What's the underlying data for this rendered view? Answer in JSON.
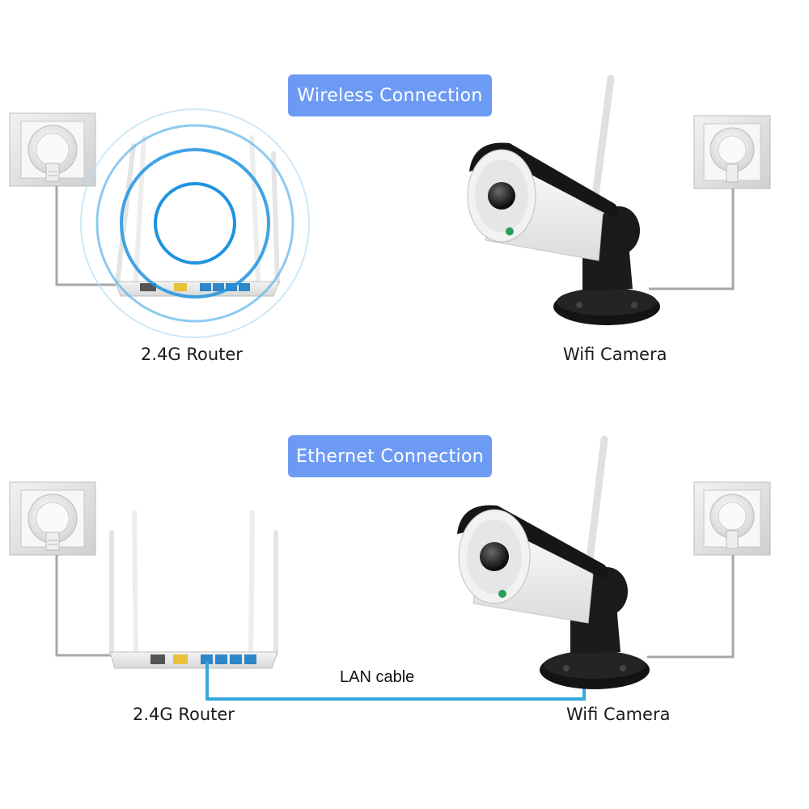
{
  "colors": {
    "badge_bg": "#6d9bf3",
    "wave": "#1e93e0",
    "lan_cable": "#36a9de",
    "power_cable": "#a7a7a7",
    "router_port_wan": "#e8c13a",
    "router_port_lan": "#2f86c9"
  },
  "wireless": {
    "badge": "Wireless Connection",
    "router_label": "2.4G Router",
    "camera_label": "Wifi Camera"
  },
  "ethernet": {
    "badge": "Ethernet Connection",
    "router_label": "2.4G Router",
    "camera_label": "Wifi Camera",
    "cable_label": "LAN cable"
  },
  "icons": [
    "wall-socket-icon",
    "router-icon",
    "wifi-signal-icon",
    "bullet-camera-icon"
  ]
}
